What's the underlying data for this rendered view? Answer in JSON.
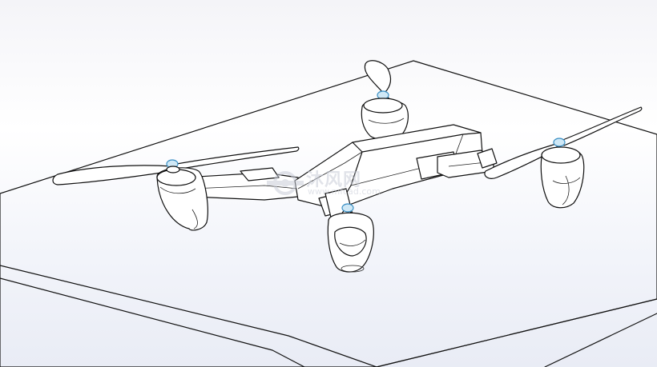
{
  "viewport": {
    "background_top": "#f4f4f8",
    "background_bottom": "#e9ecf5",
    "line_color": "#111111",
    "hub_color": "#3a8fc4"
  },
  "scene": {
    "objects": [
      "ground-plate",
      "quadcopter-drone"
    ],
    "propellers": 4,
    "motors": 4
  },
  "watermark": {
    "text": "沐风网",
    "url": "www.mfcad.com",
    "color": "#c9cdd8"
  }
}
